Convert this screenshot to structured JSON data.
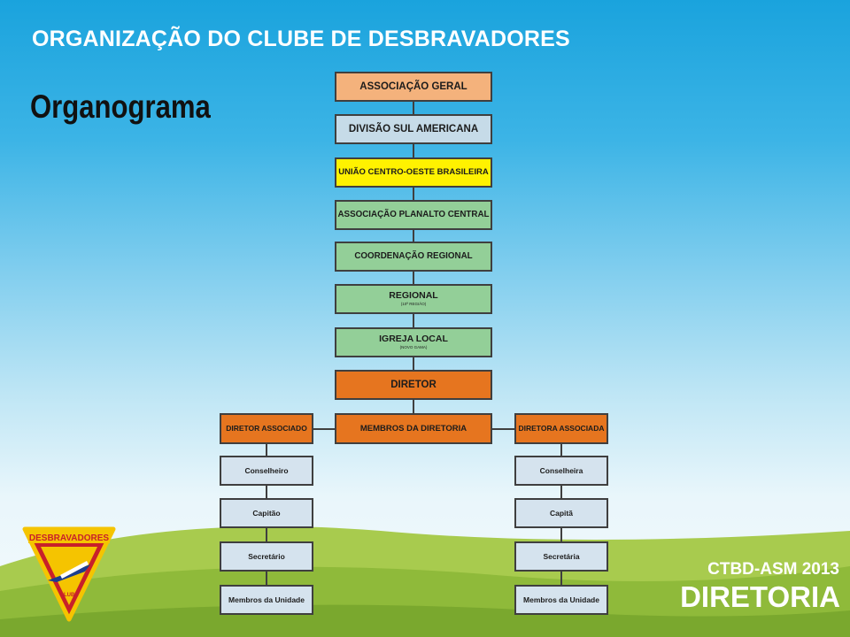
{
  "slide": {
    "title": "ORGANIZAÇÃO DO CLUBE DE DESBRAVADORES",
    "subtitle": "Organograma",
    "footer_line1": "CTBD-ASM 2013",
    "footer_line2": "DIRETORIA"
  },
  "badge": {
    "banner_text": "DESBRAVADORES",
    "bottom_text": "CLUBE"
  },
  "org": {
    "hierarchy": [
      {
        "label": "ASSOCIAÇÃO GERAL",
        "note": ""
      },
      {
        "label": "DIVISÃO SUL AMERICANA",
        "note": ""
      },
      {
        "label": "UNIÃO CENTRO-OESTE BRASILEIRA",
        "note": ""
      },
      {
        "label": "ASSOCIAÇÃO PLANALTO CENTRAL",
        "note": ""
      },
      {
        "label": "COORDENAÇÃO REGIONAL",
        "note": ""
      },
      {
        "label": "REGIONAL",
        "note": "(10ª REGIÃO)"
      },
      {
        "label": "IGREJA LOCAL",
        "note": "(NOVO GAMA)"
      },
      {
        "label": "DIRETOR",
        "note": ""
      },
      {
        "label": "MEMBROS DA DIRETORIA",
        "note": ""
      }
    ],
    "left_branch": [
      "DIRETOR ASSOCIADO",
      "Conselheiro",
      "Capitão",
      "Secretário",
      "Membros da Unidade"
    ],
    "right_branch": [
      "DIRETORA ASSOCIADA",
      "Conselheira",
      "Capitã",
      "Secretária",
      "Membros da Unidade"
    ]
  },
  "colors": {
    "sky": "#1aa3dd",
    "grass": "#8ab83a",
    "peach": "#f4b27c",
    "blue": "#c6dbe8",
    "yellow": "#fff200",
    "green": "#93cf98",
    "orange": "#e6751f",
    "light_blue": "#d5e3ee"
  }
}
